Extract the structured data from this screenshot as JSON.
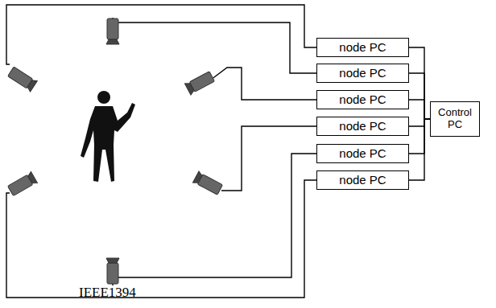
{
  "diagram": {
    "nodes": [
      {
        "text": [
          "node PC"
        ]
      },
      {
        "text": [
          "node PC"
        ]
      },
      {
        "text": [
          "node PC"
        ]
      },
      {
        "text": [
          "node PC"
        ]
      },
      {
        "text": [
          "node PC"
        ]
      },
      {
        "text": [
          "node PC"
        ]
      },
      {
        "text": [
          "Control PC"
        ]
      }
    ],
    "edges": [
      {
        "from": 0,
        "to": 6,
        "arrow": "none"
      },
      {
        "from": 1,
        "to": 6,
        "arrow": "none"
      },
      {
        "from": 2,
        "to": 6,
        "arrow": "none"
      },
      {
        "from": 3,
        "to": 6,
        "arrow": "none"
      },
      {
        "from": 4,
        "to": 6,
        "arrow": "none"
      },
      {
        "from": 5,
        "to": 6,
        "arrow": "none"
      }
    ],
    "labels": [
      "IEEE1394"
    ]
  }
}
